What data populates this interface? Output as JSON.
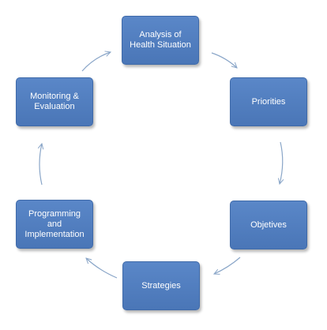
{
  "cycle": {
    "steps": [
      {
        "id": "analysis",
        "label": "Analysis of\nHealth Situation"
      },
      {
        "id": "priorities",
        "label": "Priorities"
      },
      {
        "id": "objetives",
        "label": "Objetives"
      },
      {
        "id": "strategies",
        "label": "Strategies"
      },
      {
        "id": "programming",
        "label": "Programming\nand\nImplementation"
      },
      {
        "id": "monitoring",
        "label": "Monitoring &\nEvaluation"
      }
    ],
    "colors": {
      "box_fill": "#4f7cbd",
      "box_border": "#3f6aa9",
      "arrow": "#8aa6c8",
      "text": "#ffffff"
    }
  }
}
